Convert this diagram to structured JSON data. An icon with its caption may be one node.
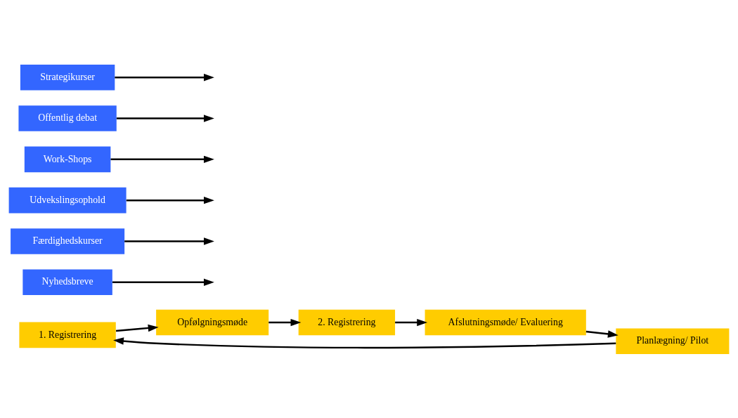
{
  "diagram": {
    "nodes": [
      {
        "text": [
          "1. Registrering"
        ]
      },
      {
        "text": [
          "Planlægning/ Pilot"
        ]
      },
      {
        "text": [
          "Opfølgningsmøde"
        ]
      },
      {
        "text": [
          "Nyhedsbreve"
        ]
      },
      {
        "text": [
          "Færdighedskurser"
        ]
      },
      {
        "text": [
          "Afslutningsmøde/ Evaluering"
        ]
      },
      {
        "text": [
          "Udvekslingsophold"
        ]
      },
      {
        "text": [
          "Work-Shops"
        ]
      },
      {
        "text": [
          "2. Registrering"
        ]
      },
      {
        "text": [
          "Offentlig debat"
        ]
      },
      {
        "text": [
          "Strategikurser"
        ]
      }
    ],
    "edges": [
      {
        "from": 0,
        "to": 2,
        "arrow": "to"
      },
      {
        "from": 2,
        "to": 8,
        "arrow": "to"
      },
      {
        "from": 8,
        "to": 5,
        "arrow": "to"
      },
      {
        "from": 5,
        "to": 1,
        "arrow": "to"
      },
      {
        "from": 1,
        "to": 0,
        "arrow": "to"
      },
      {
        "from": 3,
        "to": null,
        "arrow": "to"
      },
      {
        "from": 4,
        "to": null,
        "arrow": "to"
      },
      {
        "from": 6,
        "to": null,
        "arrow": "to"
      },
      {
        "from": 7,
        "to": null,
        "arrow": "to"
      },
      {
        "from": 9,
        "to": null,
        "arrow": "to"
      },
      {
        "from": 10,
        "to": null,
        "arrow": "to"
      }
    ]
  }
}
